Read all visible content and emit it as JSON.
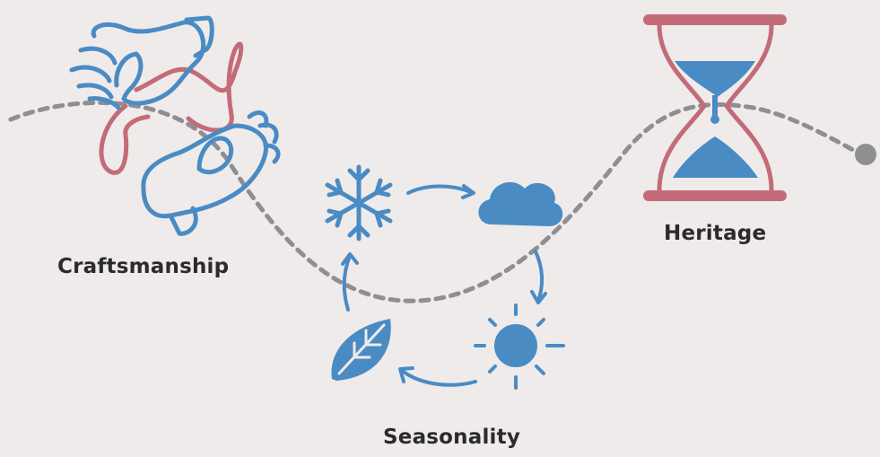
{
  "labels": {
    "craftsmanship": "Craftsmanship",
    "seasonality": "Seasonality",
    "heritage": "Heritage"
  },
  "colors": {
    "background": "#efebea",
    "blue": "#4a8bc4",
    "red": "#c46b78",
    "path_gray": "#8e8e93",
    "text": "#2b2b2b"
  },
  "icons": {
    "craftsmanship": "hands-with-thread-icon",
    "seasonality_cycle": [
      "snowflake-icon",
      "cloud-icon",
      "sun-icon",
      "leaf-icon"
    ],
    "heritage": "hourglass-icon"
  }
}
